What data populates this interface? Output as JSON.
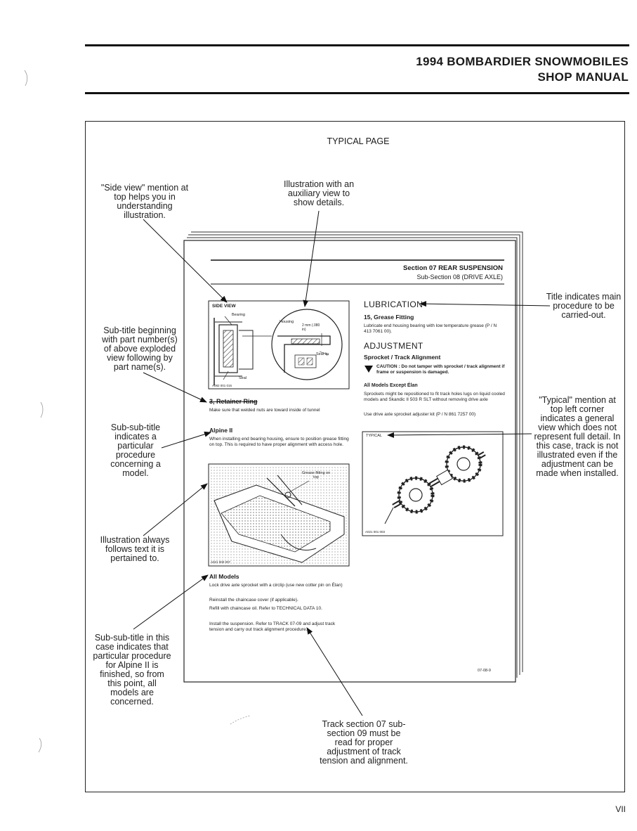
{
  "header": {
    "title_line1": "1994 BOMBARDIER SNOWMOBILES",
    "title_line2": "SHOP MANUAL"
  },
  "frame": {
    "caption": "TYPICAL PAGE"
  },
  "annotations": {
    "side_view": "\"Side view\" mention at top helps you in understanding illustration.",
    "auxiliary_view": "Illustration with an auxiliary view to show details.",
    "title_indicates": "Title indicates main procedure to be carried-out.",
    "subtitle_part_number": "Sub-title beginning with part number(s) of above exploded view following by part name(s).",
    "typical_mention": "\"Typical\" mention at top left corner indicates a general view which does not represent full detail. In this case, track is not illustrated even if the adjustment can be made when installed.",
    "sub_sub_title": "Sub-sub-title indicates a particular procedure concerning a model.",
    "illustration_follows": "Illustration always follows text it is pertained to.",
    "sub_sub_title_alpine": "Sub-sub-title in this case indicates that particular procedure for Alpine II is finished, so from this point, all models are concerned.",
    "track_section": "Track section 07 sub-section 09 must be read for proper adjustment of track tension and alignment."
  },
  "sample_page": {
    "section_line": "Section 07   REAR SUSPENSION",
    "subsection_line": "Sub-Section 08   (DRIVE AXLE)",
    "side_view_label": "SIDE VIEW",
    "bearing_label": "Bearing",
    "housing_label": "Housing",
    "gap_label": "2 mm (.080 in)",
    "seal_lip_label": "Seal lip",
    "seal_label": "Seal",
    "fig1_code": "A082 001 015",
    "retainer_heading": "3, Retainer Ring",
    "retainer_text": "Make sure that welded nuts are toward inside of tunnel",
    "alpine_heading": "Alpine II",
    "alpine_text": "When installing end bearing housing, ensure to position grease fitting on top. This is required to have proper alignment with access hole.",
    "grease_fitting_label": "Grease fitting on top",
    "fig2_code": "A021 000 007",
    "all_models_heading": "All Models",
    "all_models_text1": "Lock drive axle sprocket with a circlip (use new cotter pin on Élan)",
    "all_models_text2": "Reinstall the chaincase cover (if applicable).",
    "all_models_text3": "Refill with chaincase oil. Refer to TECHNICAL DATA 10.",
    "all_models_text4": "Install the suspension. Refer to TRACK 07-09 and adjust track tension and carry out track alignment procedure.",
    "lubrication_heading": "LUBRICATION",
    "grease_heading": "15, Grease Fitting",
    "grease_text": "Lubricate end housing bearing with low temperature grease (P / N 413 7061 00).",
    "adjustment_heading": "ADJUSTMENT",
    "sprocket_heading": "Sprocket / Track Alignment",
    "caution_text": "CAUTION : Do not tamper with sprocket / track alignment if frame or suspension is damaged.",
    "except_heading": "All Models Except Élan",
    "except_text": "Sprockets might be repositioned to fit track holes lugs on liquid cooled models and Skandic II 503 R SLT without removing drive axle",
    "adjuster_text": "Use drive axle sprocket adjuster kit (P / N 861 7257 00)",
    "typical_label": "TYPICAL",
    "fig3_code": "A021 001 003",
    "page_code": "07-08-9"
  },
  "page_number": "VII"
}
